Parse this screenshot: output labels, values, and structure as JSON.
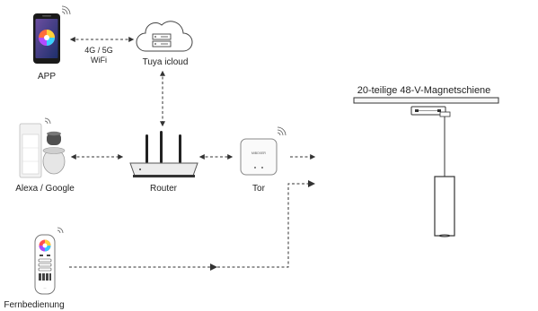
{
  "nodes": {
    "app": "APP",
    "cloud": "Tuya icloud",
    "network": [
      "4G / 5G",
      "WiFi"
    ],
    "speaker": "Alexa / Google",
    "router": "Router",
    "gateway": "Tor",
    "gateway_brand": "MiBOXER",
    "remote": "Fernbedienung",
    "rail": "20-teilige 48-V-Magnetschiene"
  },
  "icons": [
    "smartphone-icon",
    "cloud-icon",
    "smart-speaker-icon",
    "router-icon",
    "gateway-icon",
    "remote-control-icon",
    "wifi-signal-icon",
    "magnetic-rail-icon",
    "pendant-light-icon"
  ],
  "colors": {
    "line": "#333333",
    "device": "#444444",
    "background": "#ffffff"
  }
}
